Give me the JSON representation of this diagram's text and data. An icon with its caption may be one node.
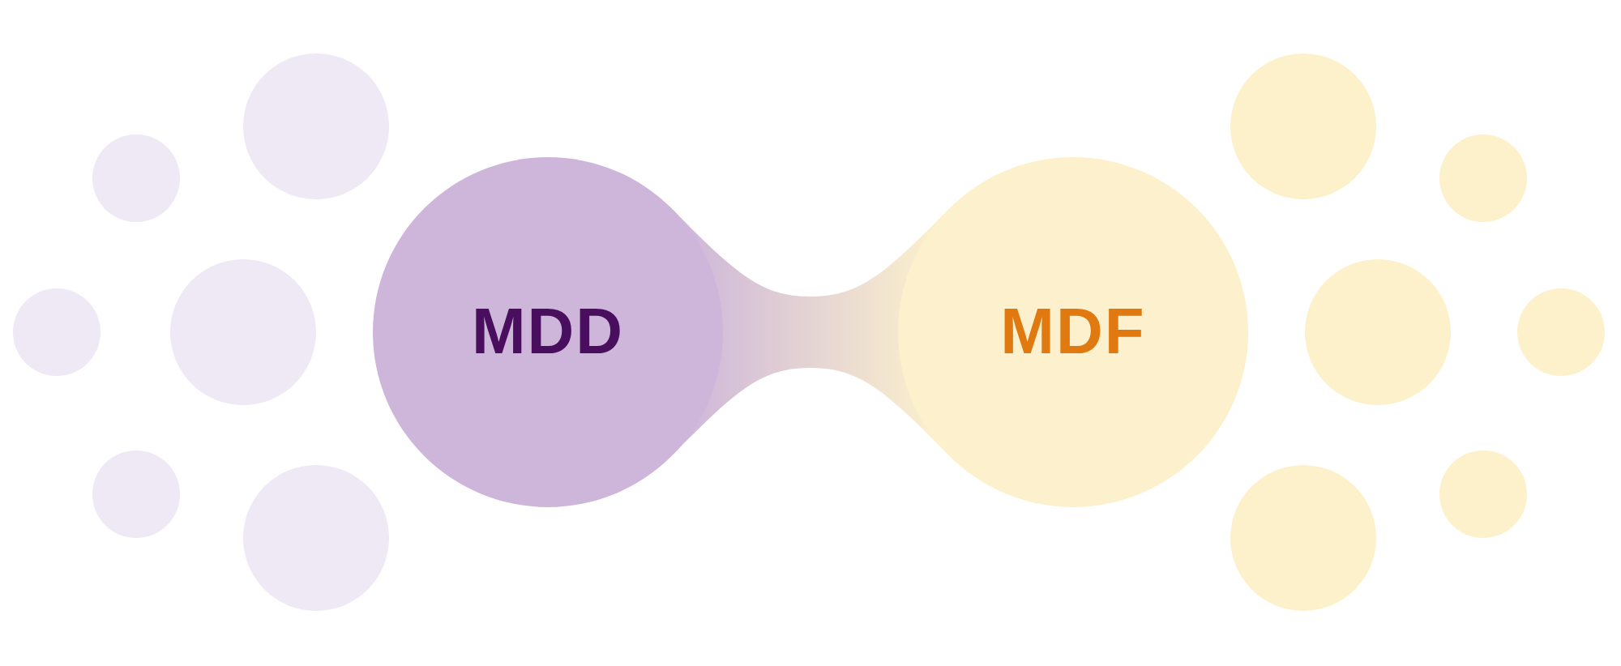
{
  "diagram": {
    "nodes": [
      {
        "text": [
          "MDD"
        ]
      },
      {
        "text": [
          "MDF"
        ]
      },
      {
        "text": [],
        "shape": "circle"
      },
      {
        "text": [],
        "shape": "circle"
      },
      {
        "text": [],
        "shape": "circle"
      },
      {
        "text": [],
        "shape": "circle"
      },
      {
        "text": [],
        "shape": "circle"
      },
      {
        "text": [],
        "shape": "circle"
      },
      {
        "text": [],
        "shape": "circle"
      },
      {
        "text": [],
        "shape": "circle"
      },
      {
        "text": [],
        "shape": "circle"
      },
      {
        "text": [],
        "shape": "circle"
      },
      {
        "text": [],
        "shape": "circle"
      },
      {
        "text": [],
        "shape": "circle"
      }
    ],
    "edges": [
      {
        "from": 0,
        "to": 1,
        "arrow": "none",
        "style": "thick"
      }
    ]
  }
}
